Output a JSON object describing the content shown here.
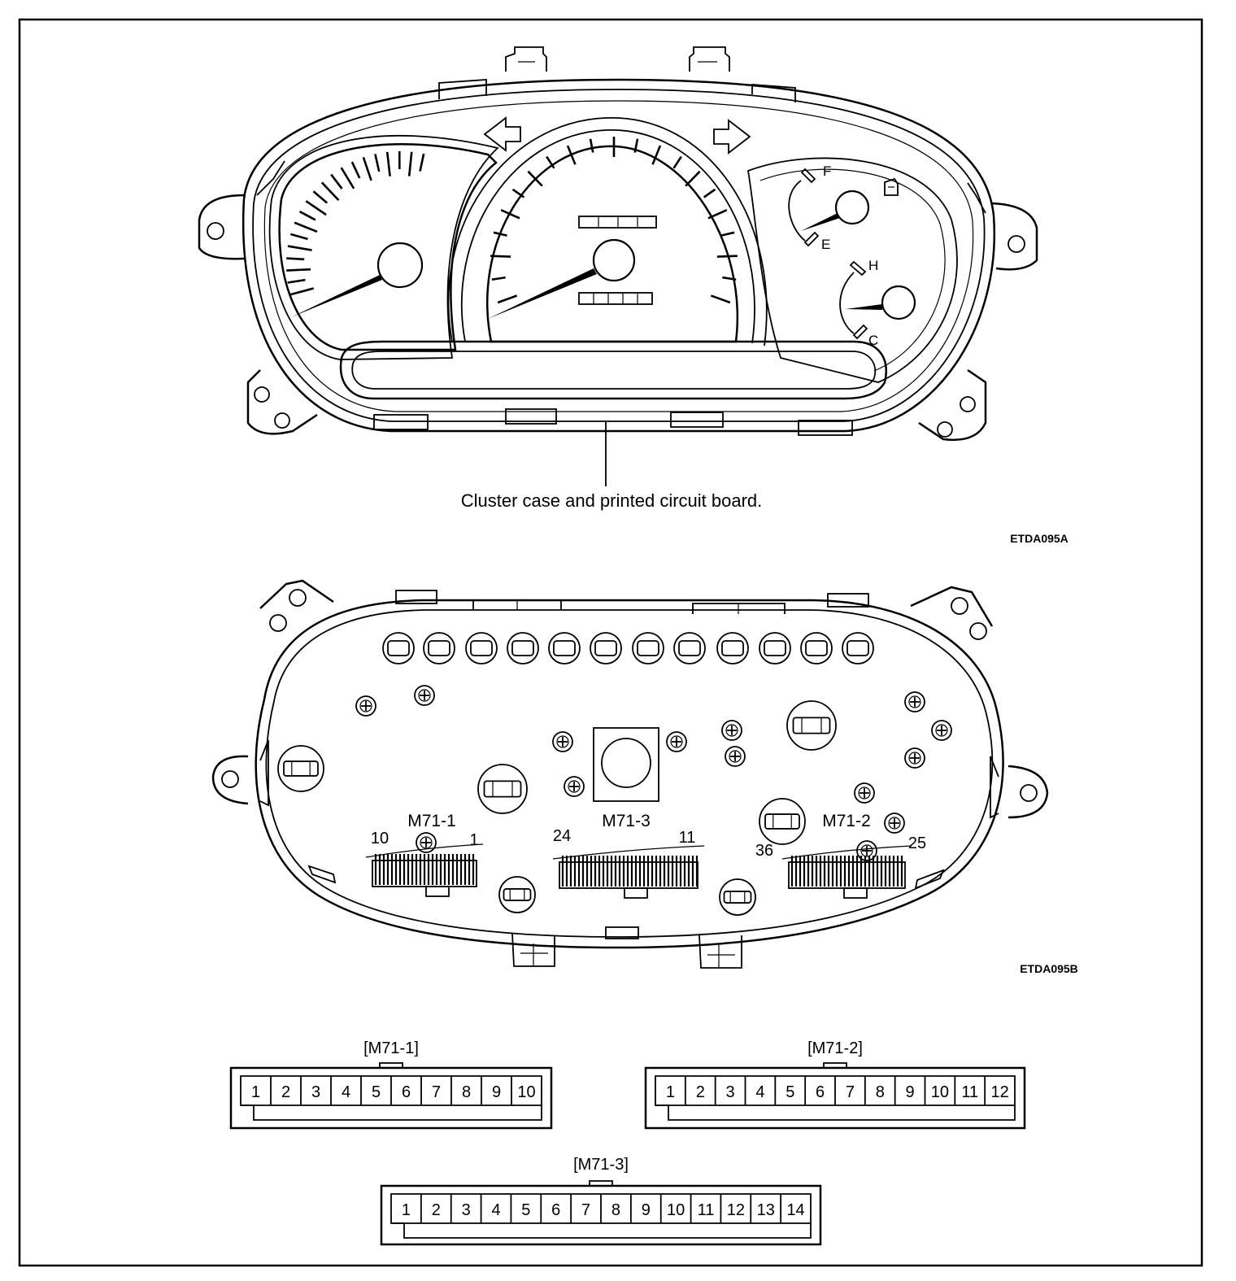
{
  "front_view": {
    "callout": "Cluster case and printed circuit board.",
    "figure_code": "ETDA095A",
    "fuel_gauge": {
      "full_label": "F",
      "empty_label": "E"
    },
    "temp_gauge": {
      "hot_label": "H",
      "cold_label": "C"
    }
  },
  "rear_view": {
    "figure_code": "ETDA095B",
    "connectors": [
      {
        "label": "M71-1",
        "pin_left": "10",
        "pin_right": "1"
      },
      {
        "label": "M71-3",
        "pin_left": "24",
        "pin_right": "11"
      },
      {
        "label": "M71-2",
        "pin_left": "36",
        "pin_right": "25"
      }
    ]
  },
  "pinouts": [
    {
      "title": "[M71-1]",
      "pins": [
        "1",
        "2",
        "3",
        "4",
        "5",
        "6",
        "7",
        "8",
        "9",
        "10"
      ]
    },
    {
      "title": "[M71-2]",
      "pins": [
        "1",
        "2",
        "3",
        "4",
        "5",
        "6",
        "7",
        "8",
        "9",
        "10",
        "11",
        "12"
      ]
    },
    {
      "title": "[M71-3]",
      "pins": [
        "1",
        "2",
        "3",
        "4",
        "5",
        "6",
        "7",
        "8",
        "9",
        "10",
        "11",
        "12",
        "13",
        "14"
      ]
    }
  ]
}
